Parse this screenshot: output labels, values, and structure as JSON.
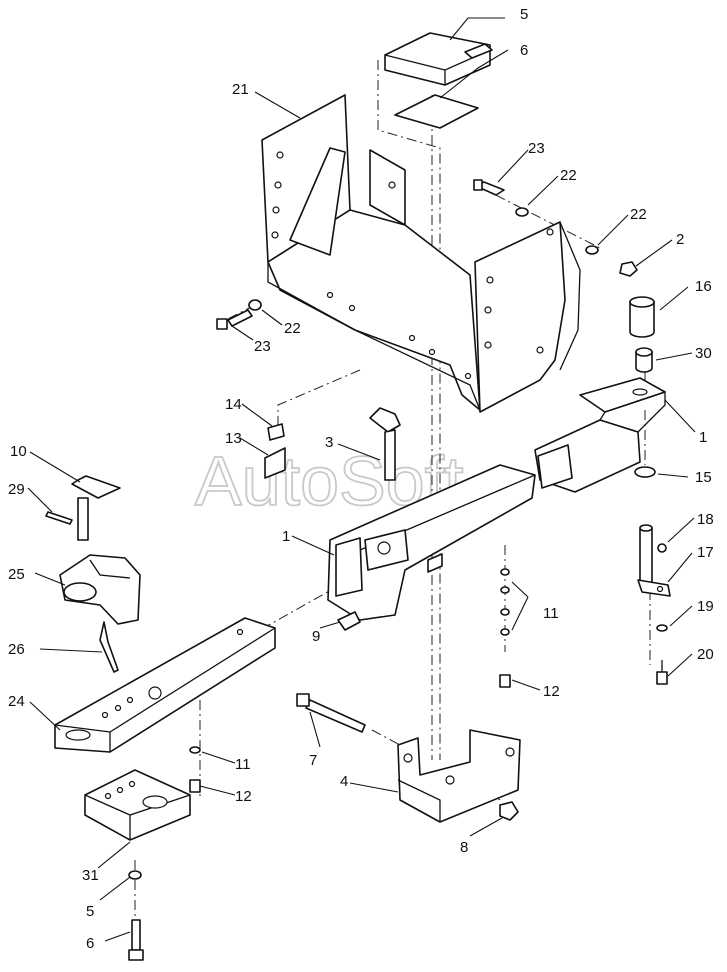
{
  "watermark": "AutoSoft",
  "callouts": {
    "c5_top": "5",
    "c6_top": "6",
    "c21": "21",
    "c23_top": "23",
    "c22_top_a": "22",
    "c22_top_b": "22",
    "c2": "2",
    "c22_left": "22",
    "c23_left": "23",
    "c16": "16",
    "c30": "30",
    "c1_right": "1",
    "c15": "15",
    "c18": "18",
    "c17": "17",
    "c19": "19",
    "c20": "20",
    "c14": "14",
    "c13": "13",
    "c3": "3",
    "c10": "10",
    "c29": "29",
    "c25": "25",
    "c1_left": "1",
    "c26": "26",
    "c24": "24",
    "c9": "9",
    "c11_right": "11",
    "c12_right": "12",
    "c7": "7",
    "c4": "4",
    "c8": "8",
    "c11_left": "11",
    "c12_left": "12",
    "c31": "31",
    "c5_bottom": "5",
    "c6_bottom": "6"
  }
}
